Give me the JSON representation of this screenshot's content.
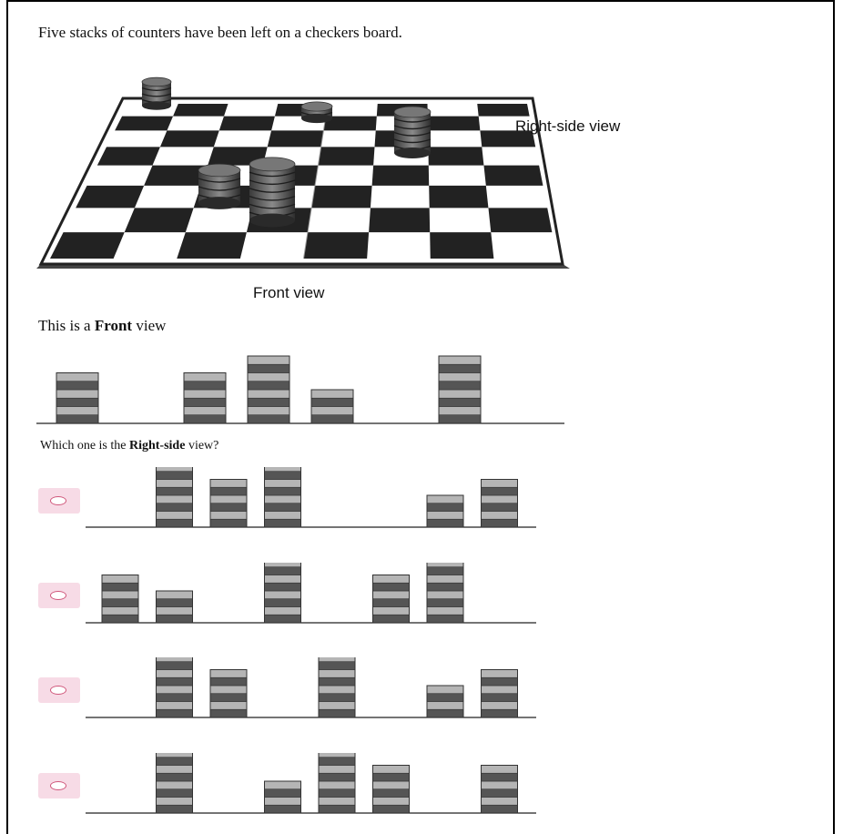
{
  "intro": "Five stacks of counters have been left on a checkers board.",
  "labels": {
    "right_side": "Right-side view",
    "front": "Front view"
  },
  "front_view": {
    "text_before": "This is a ",
    "text_bold": "Front",
    "text_after": " view",
    "stacks": [
      3,
      0,
      3,
      4,
      2,
      0,
      4
    ]
  },
  "question": {
    "text_before": "Which one is the ",
    "text_bold": "Right-side",
    "text_after": " view?"
  },
  "options": [
    {
      "stacks": [
        0,
        4,
        3,
        4,
        0,
        0,
        2,
        3
      ]
    },
    {
      "stacks": [
        3,
        2,
        0,
        4,
        0,
        3,
        4,
        0
      ]
    },
    {
      "stacks": [
        0,
        4,
        3,
        0,
        4,
        0,
        2,
        3
      ]
    },
    {
      "stacks": [
        0,
        4,
        0,
        2,
        4,
        3,
        0,
        3
      ]
    }
  ],
  "colors": {
    "light_layer": "#b5b5b5",
    "dark_layer": "#555555",
    "radio_bg": "#f7dbe6",
    "radio_border": "#d0587c"
  }
}
